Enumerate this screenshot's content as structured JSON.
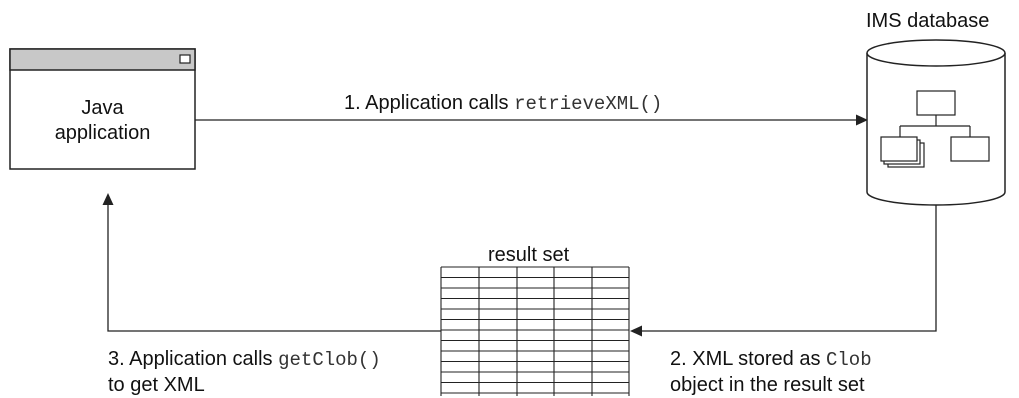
{
  "java_app": {
    "line1": "Java",
    "line2": "application"
  },
  "database": {
    "title": "IMS database"
  },
  "step1": {
    "prefix": "1. Application calls ",
    "method": "retrieveXML()"
  },
  "result_set": {
    "title": "result set"
  },
  "step2": {
    "prefix": "2. XML stored as ",
    "method": "Clob",
    "line2": "object in the result set"
  },
  "step3": {
    "prefix": "3. Application calls ",
    "method": "getClob()",
    "line2": "to get XML"
  },
  "colors": {
    "stroke": "#222222",
    "titlebar": "#c8c8c8",
    "background": "#ffffff"
  }
}
